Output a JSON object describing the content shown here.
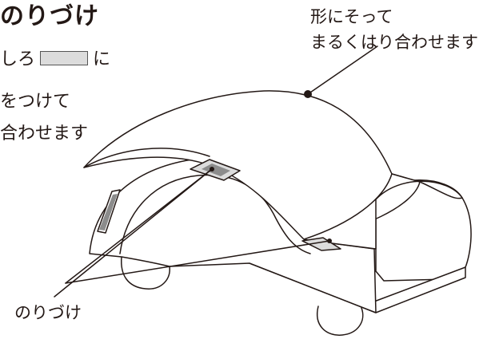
{
  "title": "のりづけ",
  "instructions": {
    "line1_before": "しろ",
    "line1_after": "に",
    "line2": "をつけて",
    "line3": "合わせます"
  },
  "callout": {
    "line1": "形にそって",
    "line2": "まるくはり合わせます"
  },
  "bottom_label": "のりづけ",
  "colors": {
    "ink": "#231815",
    "glue_tab": "#dcdcdc",
    "glue_tab_dark": "#8c8c8c"
  }
}
